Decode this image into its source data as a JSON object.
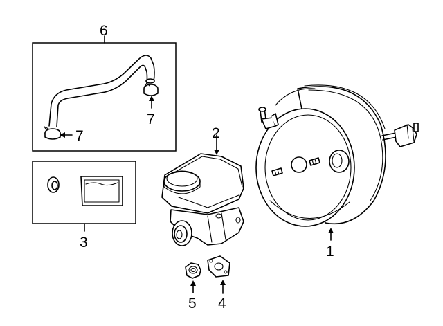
{
  "diagram": {
    "callouts": [
      {
        "id": "c1",
        "text": "1"
      },
      {
        "id": "c2",
        "text": "2"
      },
      {
        "id": "c3",
        "text": "3"
      },
      {
        "id": "c4",
        "text": "4"
      },
      {
        "id": "c5",
        "text": "5"
      },
      {
        "id": "c6",
        "text": "6"
      },
      {
        "id": "c7a",
        "text": "7"
      },
      {
        "id": "c7b",
        "text": "7"
      }
    ]
  }
}
